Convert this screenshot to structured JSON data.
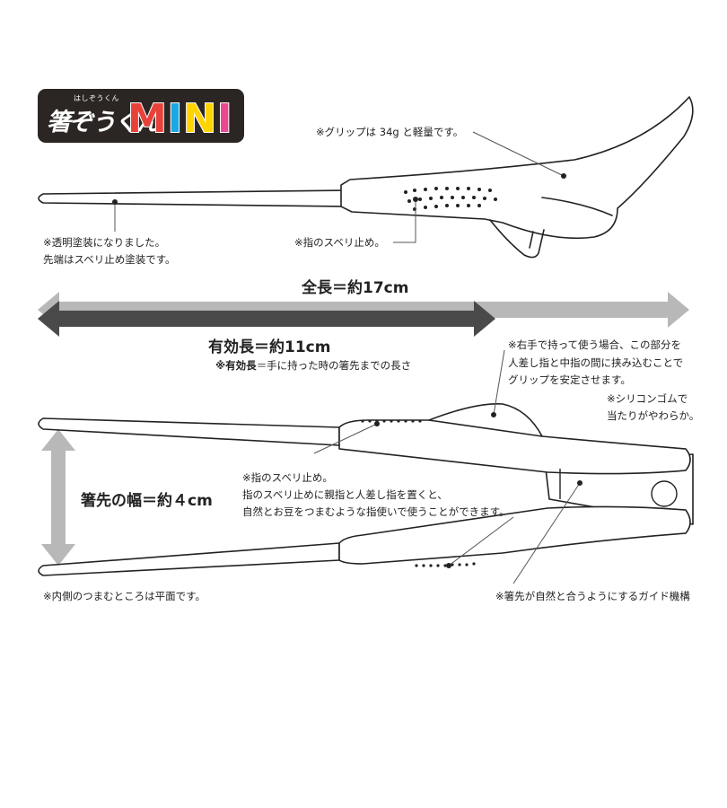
{
  "logo": {
    "ruby": "はしぞうくん",
    "name": "箸ぞうくん",
    "mini_letters": [
      "M",
      "I",
      "N",
      "I"
    ],
    "mini_colors": [
      "#e8413a",
      "#1aa7e3",
      "#ffd400",
      "#e9478f"
    ]
  },
  "top_view": {
    "grip_weight_note": "※グリップは 34g と軽量です。",
    "tip_coating_note_1": "※透明塗装になりました。",
    "tip_coating_note_2": "先端はスベリ止め塗装です。",
    "finger_stop_note": "※指のスベリ止め。"
  },
  "measurements": {
    "total_length": "全長＝約17cm",
    "effective_length": "有効長＝約11cm",
    "effective_def_bold": "※有効長",
    "effective_def_rest": "＝手に持った時の箸先までの長さ",
    "tip_width": "箸先の幅＝約４cm"
  },
  "side_view": {
    "right_hand_note_1": "※右手で持って使う場合、この部分を",
    "right_hand_note_2": "人差し指と中指の間に挟み込むことで",
    "right_hand_note_3": "グリップを安定させます。",
    "silicone_note_1": "※シリコンゴムで",
    "silicone_note_2": "当たりがやわらか。",
    "finger_stop_1": "※指のスベリ止め。",
    "finger_stop_2": "指のスベリ止めに親指と人差し指を置くと、",
    "finger_stop_3": "自然とお豆をつまむような指使いで使うことができます。",
    "inner_flat_note": "※内側のつまむところは平面です。",
    "guide_note": "※箸先が自然と合うようにするガイド機構"
  },
  "colors": {
    "arrow_dark": "#4a4a4a",
    "arrow_light": "#b8b8b8",
    "logo_bg": "#2b2623"
  }
}
